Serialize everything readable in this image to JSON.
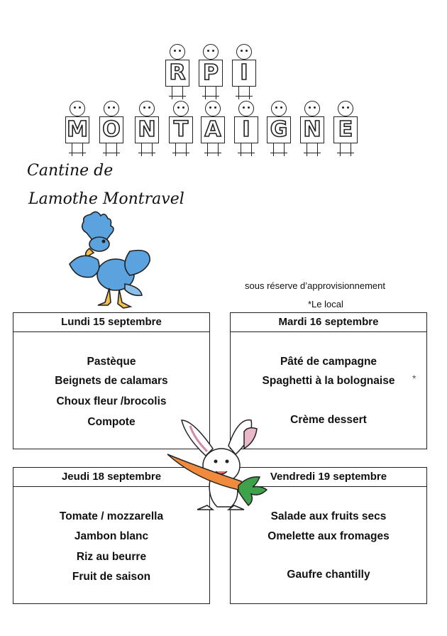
{
  "logo": {
    "row1": [
      "R",
      "P",
      "I"
    ],
    "row2": [
      "M",
      "O",
      "N",
      "T",
      "A",
      "I",
      "G",
      "N",
      "E"
    ]
  },
  "cantine": {
    "line1": "Cantine de",
    "line2": "Lamothe Montravel"
  },
  "notes": {
    "supply": "sous réserve d’approvisionnement",
    "local": "*Le local"
  },
  "days": [
    {
      "title": "Lundi 15 septembre",
      "items": [
        "Pastèque",
        "Beignets de calamars",
        "Choux fleur /brocolis",
        "Compote"
      ]
    },
    {
      "title": "Mardi 16 septembre",
      "items": [
        "Pâté de campagne",
        "Spaghetti à la bolognaise",
        "Crème dessert"
      ],
      "star": "*"
    },
    {
      "title": "Jeudi 18 septembre",
      "items": [
        "Tomate / mozzarella",
        "Jambon blanc",
        "Riz au beurre",
        "Fruit de saison"
      ]
    },
    {
      "title": "Vendredi 19 septembre",
      "items": [
        "Salade aux fruits secs",
        "Omelette aux fromages",
        "Gaufre chantilly"
      ]
    }
  ]
}
